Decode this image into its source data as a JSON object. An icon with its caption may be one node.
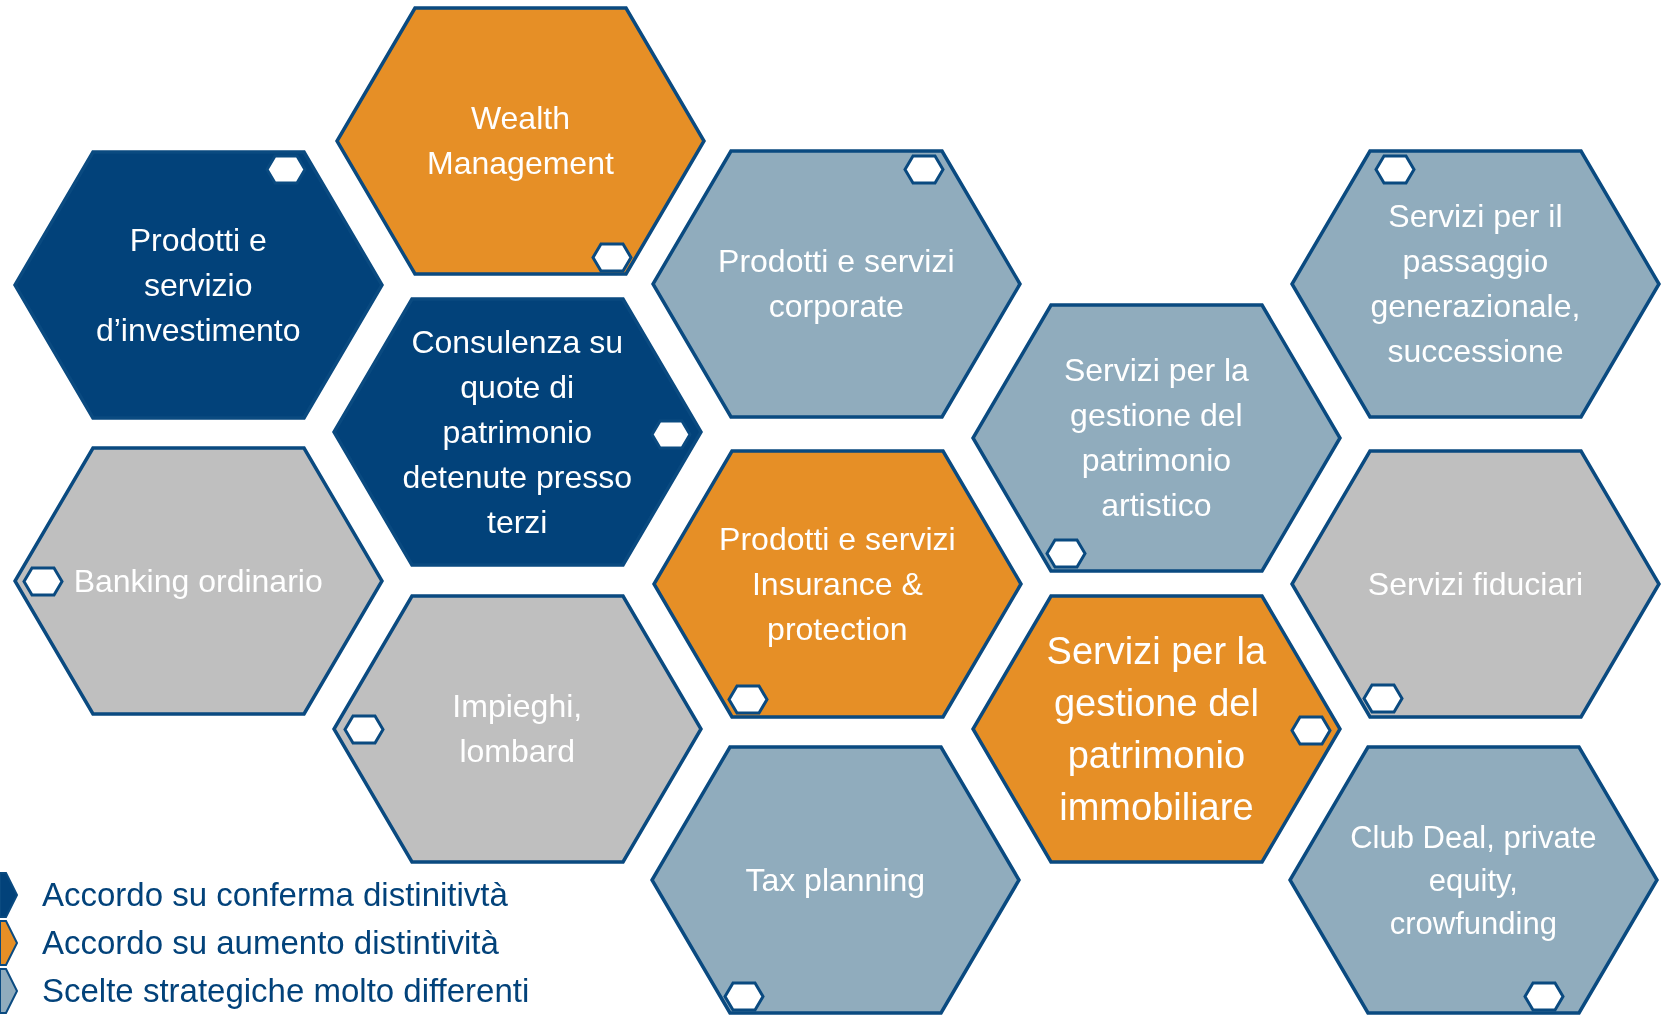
{
  "diagram": {
    "nodes": [
      {
        "text": [
          "Wealth Management"
        ]
      },
      {
        "text": [
          "Prodotti e servizio d’investimento"
        ]
      },
      {
        "text": [
          "Prodotti e servizi corporate"
        ]
      },
      {
        "text": [
          "Servizi per il passaggio generazionale, successione"
        ]
      },
      {
        "text": [
          "Consulenza su quote di patrimonio detenute presso terzi"
        ]
      },
      {
        "text": [
          "Servizi per la gestione del patrimonio artistico"
        ]
      },
      {
        "text": [
          "Banking ordinario"
        ]
      },
      {
        "text": [
          "Prodotti e servizi Insurance & protection"
        ]
      },
      {
        "text": [
          "Servizi fiduciari"
        ]
      },
      {
        "text": [
          "Impieghi, lombard"
        ]
      },
      {
        "text": [
          "Servizi per la gestione del patrimonio immobiliare"
        ]
      },
      {
        "text": [
          "Tax planning"
        ]
      },
      {
        "text": [
          "Club Deal, private equity, crowfunding"
        ]
      }
    ],
    "legend": [
      {
        "text": "Accordo su conferma distinitivtà",
        "color": "#02427a"
      },
      {
        "text": "Accordo su aumento distintività",
        "color": "#e68f26"
      },
      {
        "text": "Scelte strategiche molto differenti",
        "color": "#90acbd"
      }
    ]
  }
}
